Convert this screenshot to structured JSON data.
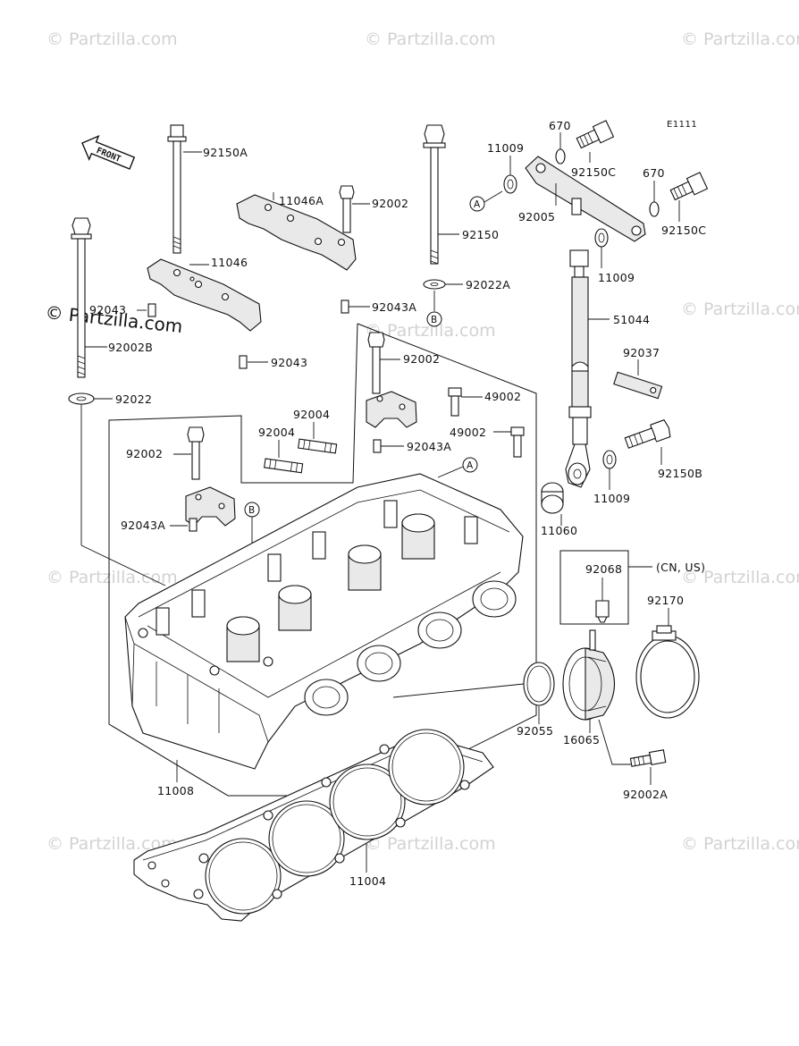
{
  "diagram_code": "E1111",
  "front_label": "FRONT",
  "watermark": "© Partzilla.com",
  "watermark_main": "© Partzilla.com",
  "note_cn_us": "(CN, US)",
  "parts": {
    "p92150A": "92150A",
    "p11046A": "11046A",
    "p92002_top": "92002",
    "p11046": "11046",
    "p92043_left": "92043",
    "p92002B": "92002B",
    "p92043_mid": "92043",
    "p92043A_top": "92043A",
    "p92022": "92022",
    "p92002_mid": "92002",
    "p92004_a": "92004",
    "p92004_b": "92004",
    "p92002_left": "92002",
    "p92043A_mid": "92043A",
    "p92043A_left": "92043A",
    "p49002_a": "49002",
    "p49002_b": "49002",
    "p92150": "92150",
    "p92022A": "92022A",
    "p11009_top": "11009",
    "p670_a": "670",
    "p670_b": "670",
    "p92150C_a": "92150C",
    "p92150C_b": "92150C",
    "p92005": "92005",
    "p11009_mid": "11009",
    "p51044": "51044",
    "p92037": "92037",
    "p92150B": "92150B",
    "p11009_low": "11009",
    "p11060": "11060",
    "p92068": "92068",
    "p92170": "92170",
    "p92055": "92055",
    "p16065": "16065",
    "p92002A": "92002A",
    "p11008": "11008",
    "p11004": "11004"
  },
  "refs": {
    "A": "A",
    "B": "B"
  }
}
